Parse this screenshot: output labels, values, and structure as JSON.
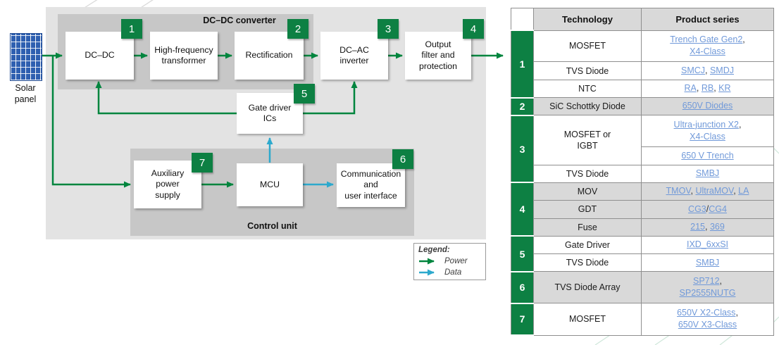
{
  "colors": {
    "accent_green": "#0d8043",
    "arrow_green": "#00853e",
    "data_blue": "#2da9cd",
    "link_blue": "#7099d9",
    "shaded_row_gray": "#d9d9d9"
  },
  "diagram": {
    "solar_label": "Solar\npanel",
    "dcdc_group_title": "DC–DC converter",
    "control_group_title": "Control unit",
    "boxes": {
      "dc_dc": {
        "label": "DC–DC",
        "badge": "1"
      },
      "hf_transformer": {
        "label": "High-frequency\ntransformer"
      },
      "rectification": {
        "label": "Rectification",
        "badge": "2"
      },
      "dc_ac_inverter": {
        "label": "DC–AC\ninverter",
        "badge": "3"
      },
      "output_filter": {
        "label": "Output\nfilter and\nprotection",
        "badge": "4"
      },
      "gate_driver": {
        "label": "Gate driver\nICs",
        "badge": "5"
      },
      "aux_power": {
        "label": "Auxiliary\npower\nsupply",
        "badge": "7"
      },
      "mcu": {
        "label": "MCU"
      },
      "communication": {
        "label": "Communication\nand\nuser interface",
        "badge": "6"
      }
    }
  },
  "legend": {
    "title": "Legend:",
    "items": [
      {
        "label": "Power",
        "type": "power"
      },
      {
        "label": "Data",
        "type": "data"
      }
    ]
  },
  "table": {
    "headers": {
      "technology": "Technology",
      "product_series": "Product series"
    },
    "groups": [
      {
        "num": "1",
        "shaded": false,
        "rows": [
          {
            "tech": "MOSFET",
            "product": "[Trench Gate Gen2],\n[X4-Class]"
          },
          {
            "tech": "TVS Diode",
            "product": "[SMCJ], [SMDJ]"
          },
          {
            "tech": "NTC",
            "product": "[RA], [RB], [KR]"
          }
        ]
      },
      {
        "num": "2",
        "shaded": true,
        "rows": [
          {
            "tech": "SiC Schottky Diode",
            "product": "[650V Diodes]"
          }
        ]
      },
      {
        "num": "3",
        "shaded": false,
        "rows": [
          {
            "tech": "MOSFET or\nIGBT",
            "techRowspan": 2,
            "product": "[Ultra-junction X2],\n[X4-Class]"
          },
          {
            "product": "[650 V Trench]"
          },
          {
            "tech": "TVS Diode",
            "product": "[SMBJ]"
          }
        ]
      },
      {
        "num": "4",
        "shaded": true,
        "rows": [
          {
            "tech": "MOV",
            "product": "[TMOV], [UltraMOV], [LA]"
          },
          {
            "tech": "GDT",
            "product": "[CG3]/[CG4]"
          },
          {
            "tech": "Fuse",
            "product": "[215], [369]"
          }
        ]
      },
      {
        "num": "5",
        "shaded": false,
        "rows": [
          {
            "tech": "Gate Driver",
            "product": "[IXD_6xxSI]"
          },
          {
            "tech": "TVS Diode",
            "product": "[SMBJ]"
          }
        ]
      },
      {
        "num": "6",
        "shaded": true,
        "rows": [
          {
            "tech": "TVS Diode Array",
            "product": "[SP712],\n[SP2555NUTG]"
          }
        ]
      },
      {
        "num": "7",
        "shaded": false,
        "rows": [
          {
            "tech": "MOSFET",
            "product": "[650V X2-Class],\n[650V X3-Class]"
          }
        ]
      }
    ]
  }
}
